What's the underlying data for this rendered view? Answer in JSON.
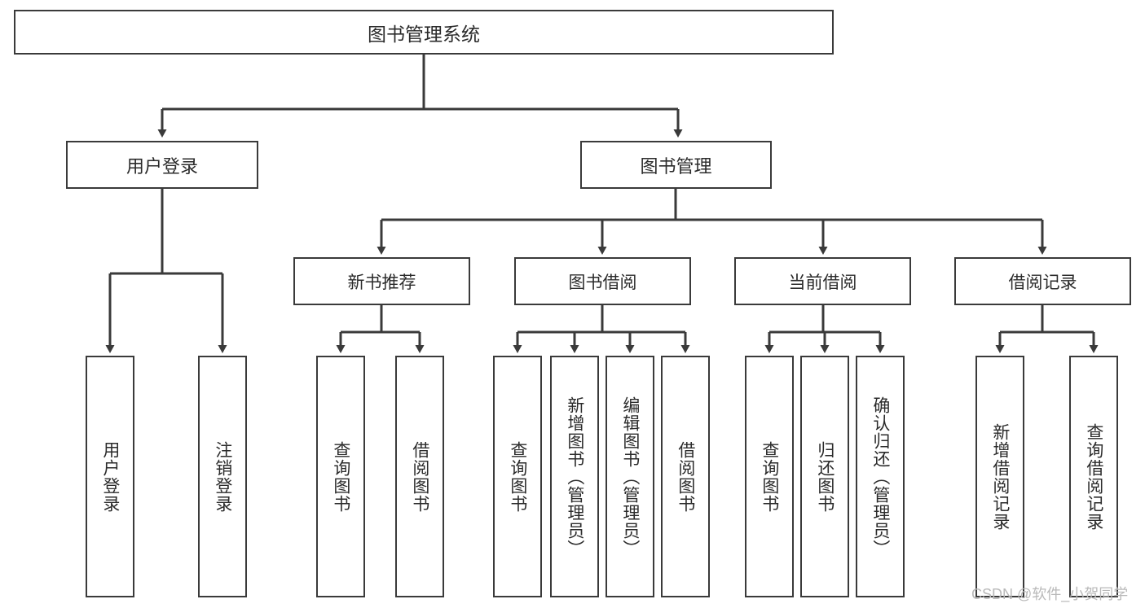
{
  "diagram": {
    "title": "图书管理系统",
    "type": "hierarchy-tree",
    "root": {
      "label": "图书管理系统"
    },
    "level1": [
      {
        "label": "用户登录"
      },
      {
        "label": "图书管理"
      }
    ],
    "level2": [
      {
        "label": "新书推荐"
      },
      {
        "label": "图书借阅"
      },
      {
        "label": "当前借阅"
      },
      {
        "label": "借阅记录"
      }
    ],
    "leaves": {
      "user_login": [
        {
          "label": "用户登录"
        },
        {
          "label": "注销登录"
        }
      ],
      "new_book_recommend": [
        {
          "label": "查询图书"
        },
        {
          "label": "借阅图书"
        }
      ],
      "book_borrow": [
        {
          "label": "查询图书"
        },
        {
          "label": "新增图书（管理员）"
        },
        {
          "label": "编辑图书（管理员）"
        },
        {
          "label": "借阅图书"
        }
      ],
      "current_borrow": [
        {
          "label": "查询图书"
        },
        {
          "label": "归还图书"
        },
        {
          "label": "确认归还（管理员）"
        }
      ],
      "borrow_record": [
        {
          "label": "新增借阅记录"
        },
        {
          "label": "查询借阅记录"
        }
      ]
    },
    "watermark": "CSDN @软件_小贺同学",
    "colors": {
      "box_border": "#3a3a3a",
      "text": "#2b2b2b",
      "connector": "#3a3a3a",
      "background": "#ffffff",
      "watermark": "#b9b9b9"
    }
  }
}
